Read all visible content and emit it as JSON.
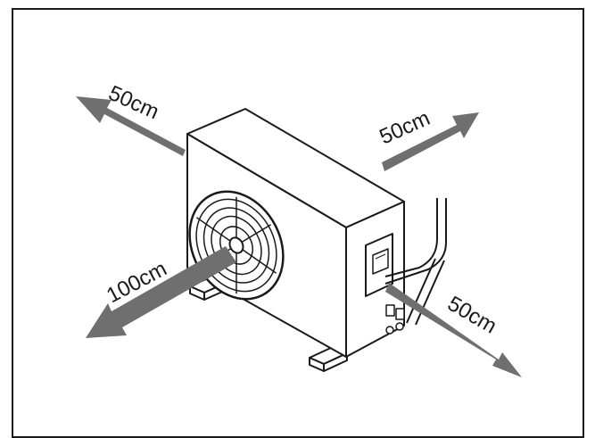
{
  "labels": {
    "top_left": "50cm",
    "top_right": "50cm",
    "left": "100cm",
    "right": "50cm"
  },
  "colors": {
    "arrow": "#6f6f6f",
    "outline": "#1a1a1a",
    "background": "#ffffff"
  }
}
